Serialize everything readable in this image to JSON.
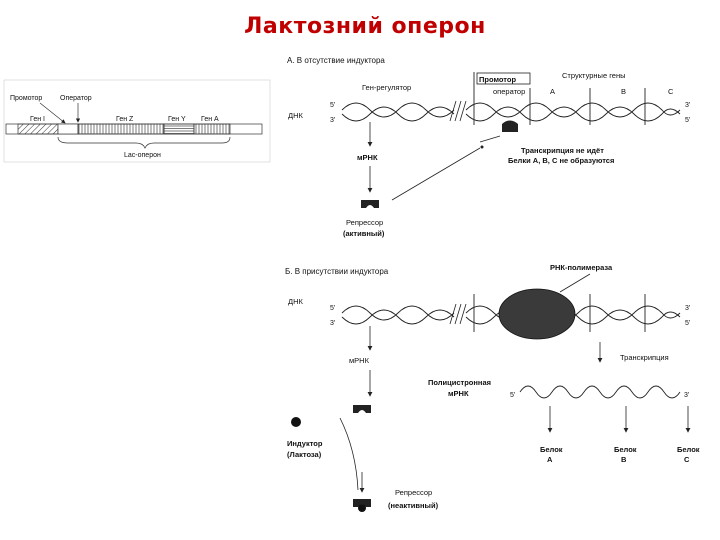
{
  "title": "Лактозний оперон",
  "operon_map": {
    "promoter": "Промотор",
    "operator": "Оператор",
    "gene_i": "Ген I",
    "gene_z": "Ген Z",
    "gene_y": "Ген Y",
    "gene_a": "Ген A",
    "lac_operon": "Lac-оперон"
  },
  "panel_a": {
    "heading": "А.   В отсутствие индуктора",
    "gene_regulator": "Ген-регулятор",
    "promoter": "Промотор",
    "operator": "оператор",
    "structural_genes": "Структурные гены",
    "gene_a": "A",
    "gene_b": "B",
    "gene_c": "C",
    "dna": "ДНК",
    "end_5_left": "5'",
    "end_3_left": "3'",
    "end_3_right": "3'",
    "end_5_right": "5'",
    "mrna": "мРНК",
    "note_line1": "Транскрипция не идёт",
    "note_line2": "Белки А, В, С не образуются",
    "repressor_line1": "Репрессор",
    "repressor_line2": "(активный)"
  },
  "panel_b": {
    "heading": "Б.   В присутствии индуктора",
    "rna_polymerase": "РНК-полимераза",
    "dna": "ДНК",
    "end_5_left": "5'",
    "end_3_left": "3'",
    "end_3_right": "3'",
    "end_5_right": "5'",
    "mrna": "мРНК",
    "transcription": "Транскрипция",
    "polycistronic_line1": "Полицистронная",
    "polycistronic_line2": "мРНК",
    "mrna_5": "5'",
    "mrna_3": "3'",
    "inducer_line1": "Индуктор",
    "inducer_line2": "(Лактоза)",
    "repressor_line1": "Репрессор",
    "repressor_line2": "(неактивный)",
    "protein_a_line1": "Белок",
    "protein_a_line2": "А",
    "protein_b_line1": "Белок",
    "protein_b_line2": "В",
    "protein_c_line1": "Белок",
    "protein_c_line2": "С"
  }
}
